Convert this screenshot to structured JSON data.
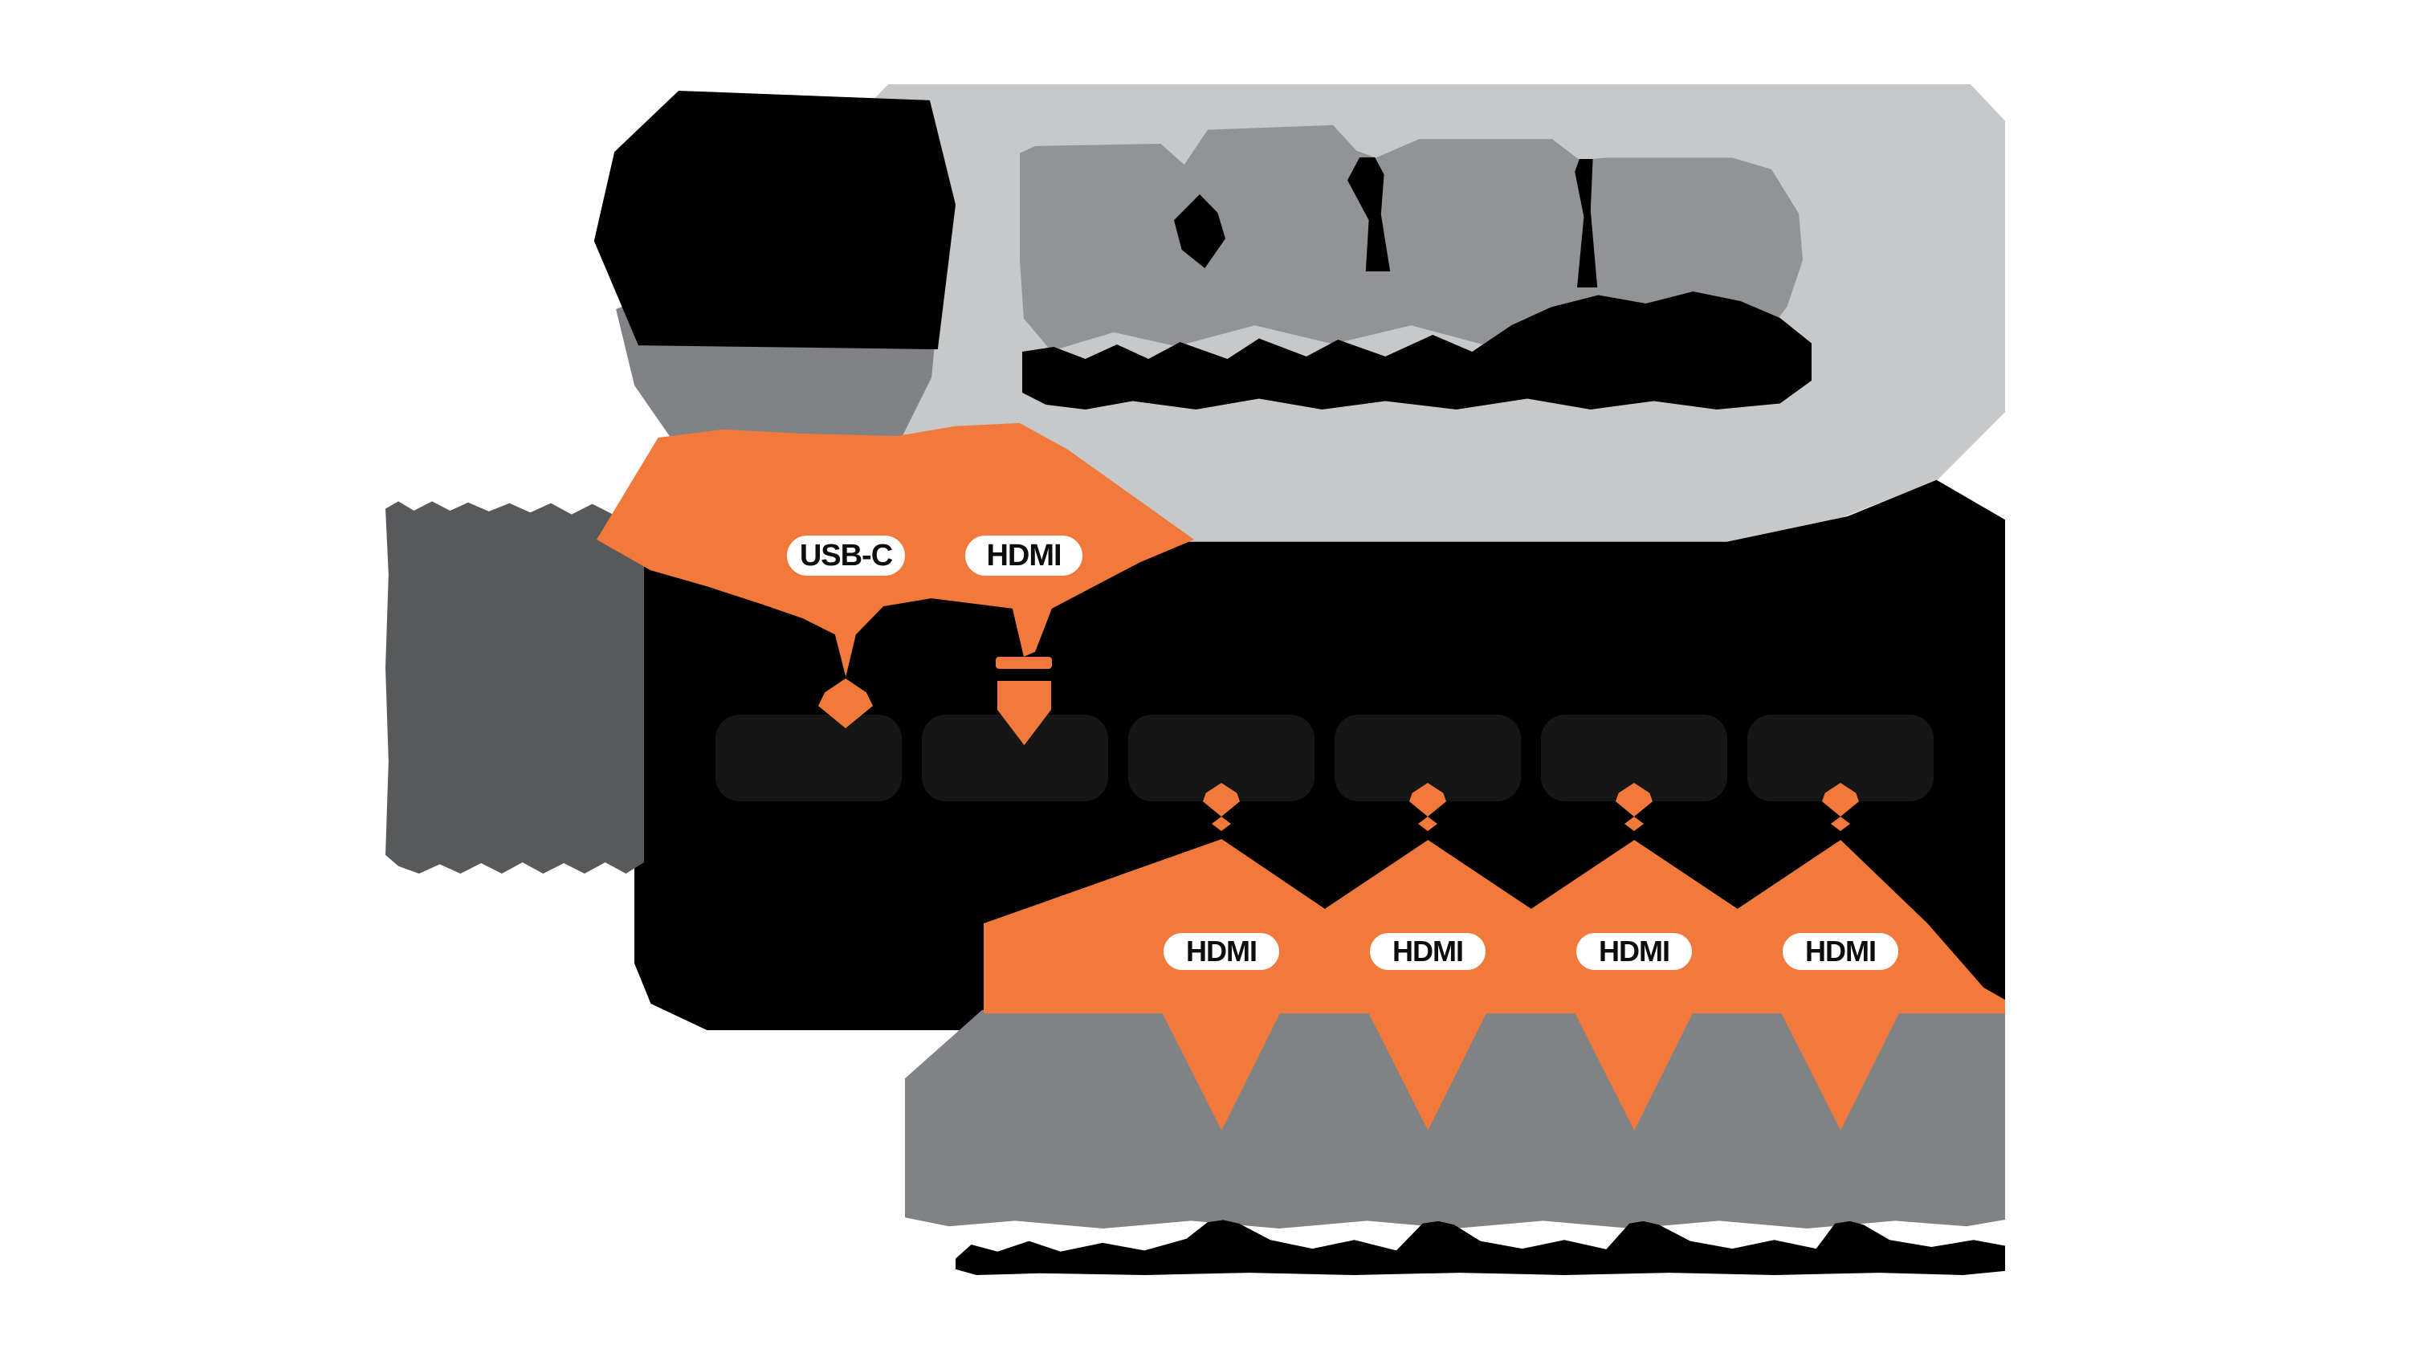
{
  "colors": {
    "orange": "#F1793B",
    "panel_gray": "#C7C8CA",
    "medium_gray": "#919396",
    "deck_gray": "#808285",
    "dark_gray": "#58595B",
    "black": "#000000",
    "port_black": "#161616",
    "pill_bg": "#FFFFFF",
    "pill_text": "#0D0D0D"
  },
  "input_section": {
    "connector_labels": [
      "USB-C",
      "HDMI"
    ]
  },
  "output_section": {
    "connectors": [
      {
        "label": "HDMI"
      },
      {
        "label": "HDMI"
      },
      {
        "label": "HDMI"
      },
      {
        "label": "HDMI"
      }
    ]
  }
}
